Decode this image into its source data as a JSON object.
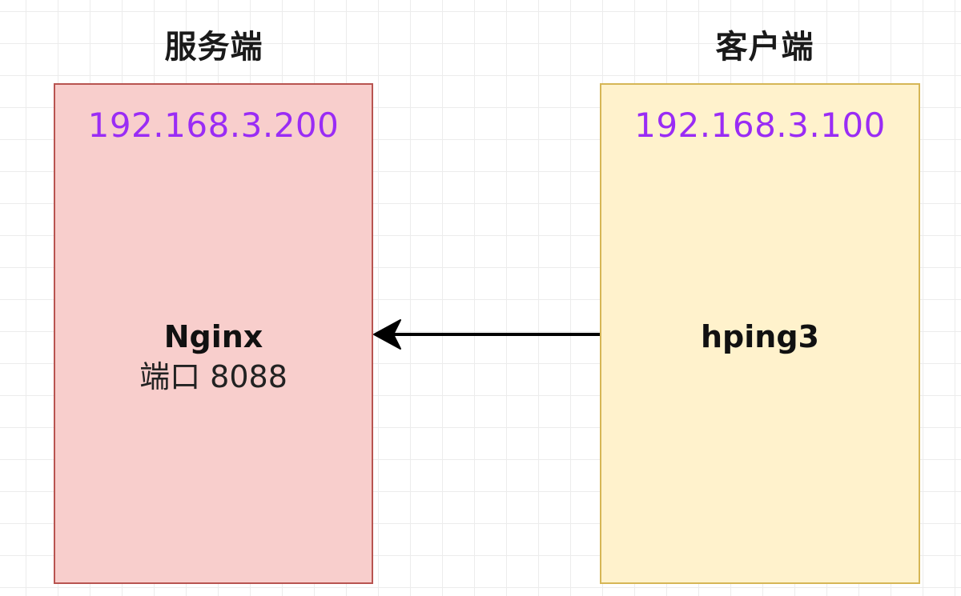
{
  "server": {
    "heading": "服务端",
    "ip": "192.168.3.200",
    "process": "Nginx",
    "port_label": "端口 8088",
    "fill": "#f8cecc",
    "stroke": "#b85450"
  },
  "client": {
    "heading": "客户端",
    "ip": "192.168.3.100",
    "process": "hping3",
    "fill": "#fff2cc",
    "stroke": "#d6b656"
  },
  "connection": {
    "direction": "client-to-server",
    "color": "#000000"
  },
  "colors": {
    "ip_text": "#9a2cf5"
  }
}
